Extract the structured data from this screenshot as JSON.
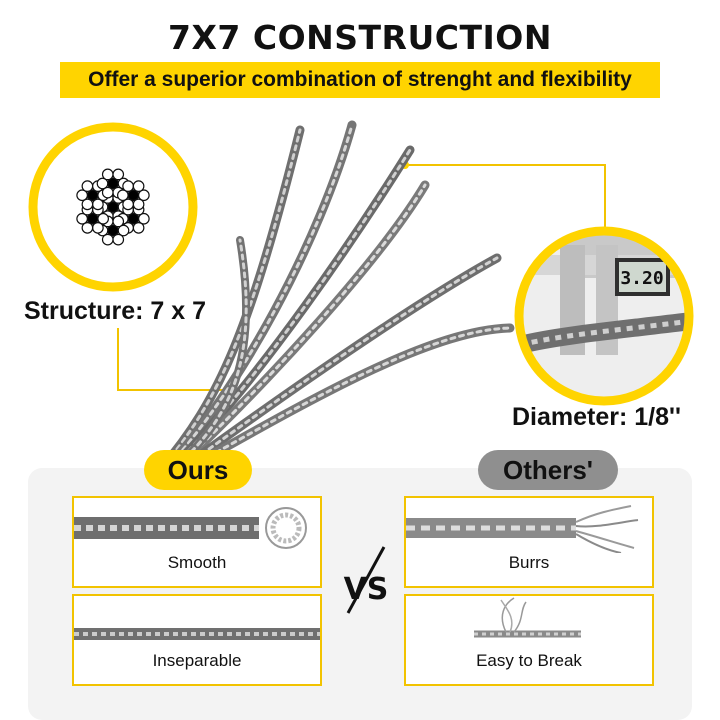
{
  "header": {
    "title": "7X7 CONSTRUCTION",
    "banner": "Offer a superior combination of strenght and flexibility"
  },
  "callouts": {
    "structure": "Structure: 7 x 7",
    "diameter": "Diameter: 1/8''",
    "caliper_reading": "3.20"
  },
  "comparison": {
    "ours_tag": "Ours",
    "others_tag": "Others'",
    "vs": "VS",
    "ours": [
      {
        "label": "Smooth"
      },
      {
        "label": "Inseparable"
      }
    ],
    "others": [
      {
        "label": "Burrs"
      },
      {
        "label": "Easy to Break"
      }
    ]
  },
  "colors": {
    "accent": "#ffd400",
    "card_border": "#f2c300",
    "others_tag": "#8f8f8f",
    "panel": "#f3f3f3"
  }
}
